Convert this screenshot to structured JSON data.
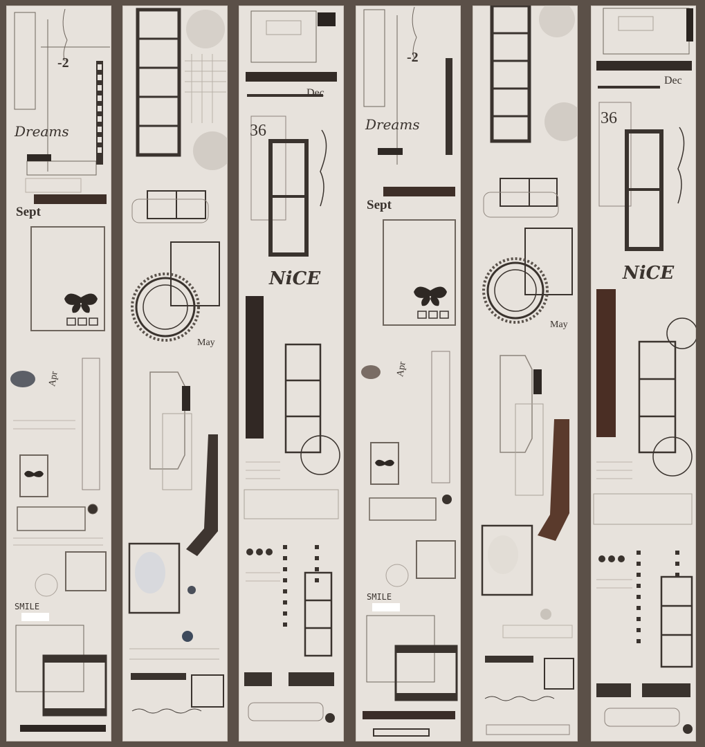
{
  "palette": {
    "page_bg": "#5b5048",
    "strip_paper": "#e7e2dc",
    "ink": "#3a332e",
    "sepia": "#6b4a38",
    "faint": "#a9a199"
  },
  "strips": [
    {
      "variant": "A",
      "number": "-2",
      "script_word": "Dreams",
      "month_label": "Sept",
      "month_label_2": "Apr",
      "badge_word": "SMILE"
    },
    {
      "variant": "B",
      "month_label": "May"
    },
    {
      "variant": "C",
      "number": "36",
      "month_label": "Dec",
      "word": "NiCE"
    },
    {
      "variant": "A",
      "number": "-2",
      "script_word": "Dreams",
      "month_label": "Sept",
      "month_label_2": "Apr",
      "badge_word": "SMILE"
    },
    {
      "variant": "B",
      "month_label": "May"
    },
    {
      "variant": "C",
      "number": "36",
      "month_label": "Dec",
      "word": "NiCE"
    }
  ]
}
